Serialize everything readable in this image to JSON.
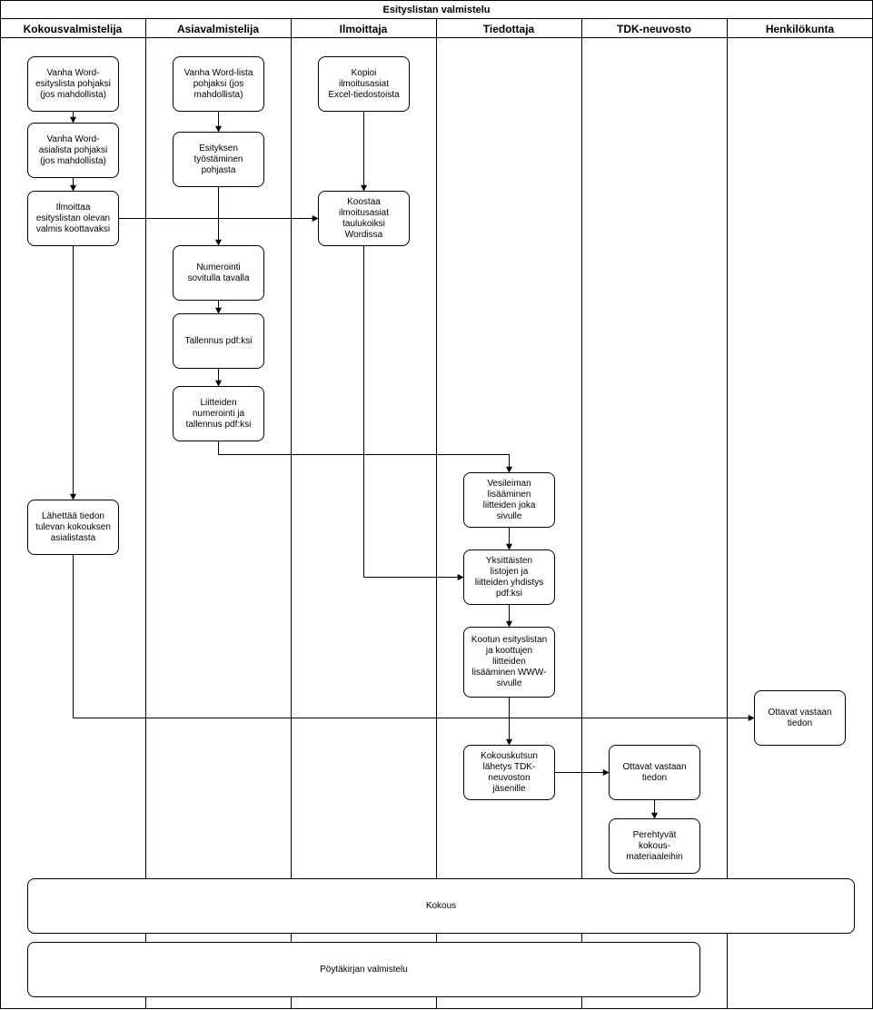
{
  "title": "Esityslistan valmistelu",
  "lanes": [
    {
      "label": "Kokousvalmistelija"
    },
    {
      "label": "Asiavalmistelija"
    },
    {
      "label": "Ilmoittaja"
    },
    {
      "label": "Tiedottaja"
    },
    {
      "label": "TDK-neuvosto"
    },
    {
      "label": "Henkilökunta"
    }
  ],
  "nodes": {
    "n1": "Vanha Word-\nesityslista pohjaksi\n(jos mahdollista)",
    "n2": "Vanha Word-\nasialista pohjaksi\n(jos mahdollista)",
    "n3": "Ilmoittaa\nesityslistan olevan\nvalmis koottavaksi",
    "n4": "Lähettää tiedon\ntulevan kokouksen\nasialistasta",
    "n5": "Vanha Word-lista\npohjaksi (jos\nmahdollista)",
    "n6": "Esityksen\ntyöstäminen\npohjasta",
    "n7": "Numerointi\nsovitulla tavalla",
    "n8": "Tallennus pdf:ksi",
    "n9": "Liitteiden\nnumerointi ja\ntallennus pdf:ksi",
    "n10": "Kopioi\nilmoitusasiat\nExcel-tiedostoista",
    "n11": "Koostaa\nilmoitusasiat\ntaulukoiksi\nWordissa",
    "n12": "Vesileiman\nlisääminen\nliitteiden joka\nsivulle",
    "n13": "Yksittäisten\nlistojen ja\nliitteiden yhdistys\npdf:ksi",
    "n14": "Kootun esityslistan\nja koottujen\nliitteiden\nlisääminen WWW-\nsivulle",
    "n15": "Kokouskutsun\nlähetys TDK-\nneuvoston\njäsenille",
    "n16": "Ottavat vastaan\ntiedon",
    "n17": "Perehtyvät\nkokous-\nmateriaaleihin",
    "n18": "Ottavat vastaan\ntiedon",
    "n19": "Kokous",
    "n20": "Pöytäkirjan valmistelu"
  }
}
